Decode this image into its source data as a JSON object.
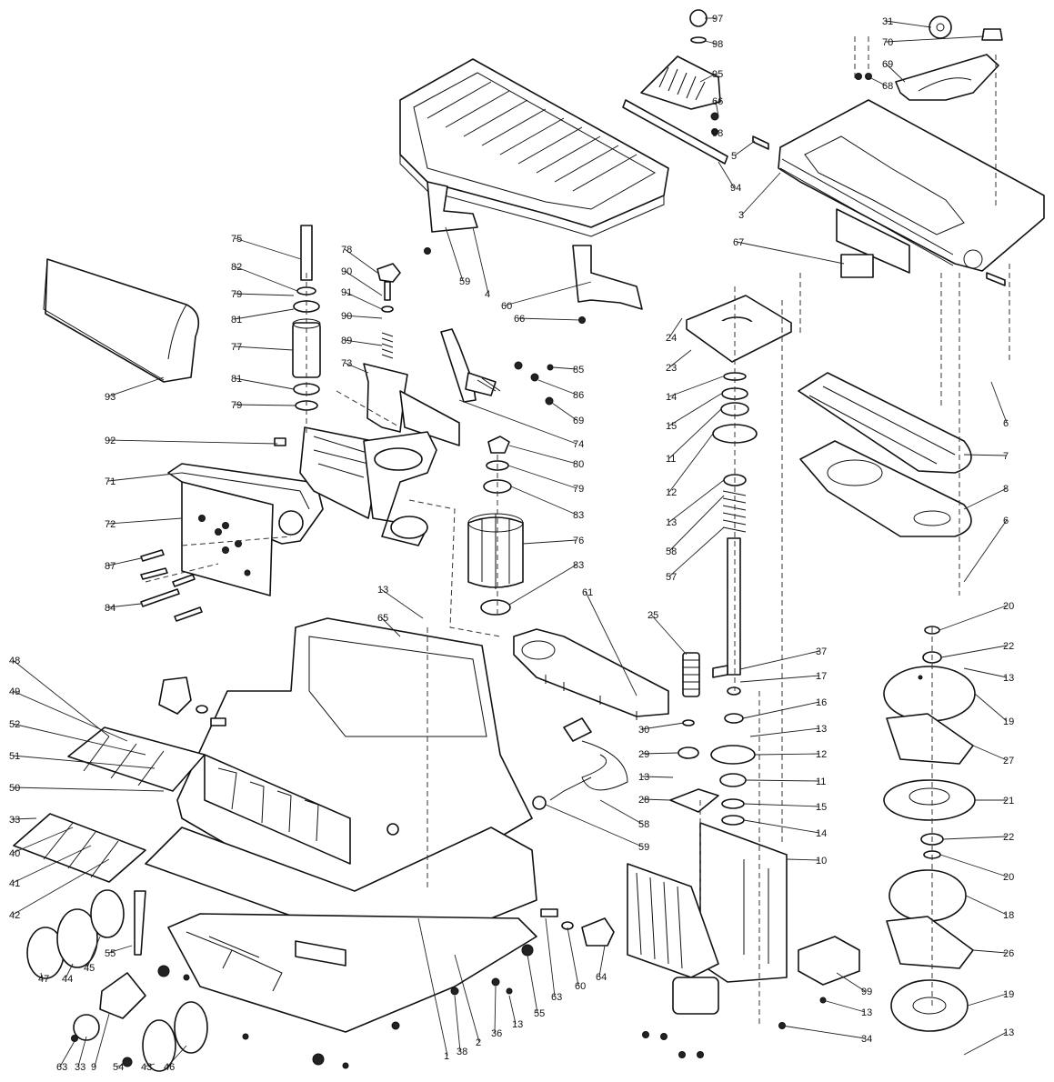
{
  "diagram": {
    "callouts": [
      {
        "id": "c97",
        "text": "97"
      },
      {
        "id": "c98a",
        "text": "98"
      },
      {
        "id": "c95",
        "text": "95"
      },
      {
        "id": "c66a",
        "text": "66"
      },
      {
        "id": "c98b",
        "text": "98"
      },
      {
        "id": "c5",
        "text": "5"
      },
      {
        "id": "c94",
        "text": "94"
      },
      {
        "id": "c31a",
        "text": "31"
      },
      {
        "id": "c70",
        "text": "70"
      },
      {
        "id": "c69",
        "text": "69"
      },
      {
        "id": "c68",
        "text": "68"
      },
      {
        "id": "c3",
        "text": "3"
      },
      {
        "id": "c67",
        "text": "67"
      },
      {
        "id": "c75",
        "text": "75"
      },
      {
        "id": "c82",
        "text": "82"
      },
      {
        "id": "c79a",
        "text": "79"
      },
      {
        "id": "c81a",
        "text": "81"
      },
      {
        "id": "c77",
        "text": "77"
      },
      {
        "id": "c81b",
        "text": "81"
      },
      {
        "id": "c79b",
        "text": "79"
      },
      {
        "id": "c78",
        "text": "78"
      },
      {
        "id": "c90a",
        "text": "90"
      },
      {
        "id": "c91",
        "text": "91"
      },
      {
        "id": "c90b",
        "text": "90"
      },
      {
        "id": "c89",
        "text": "89"
      },
      {
        "id": "c73",
        "text": "73"
      },
      {
        "id": "c59a",
        "text": "59"
      },
      {
        "id": "c4",
        "text": "4"
      },
      {
        "id": "c60a",
        "text": "60"
      },
      {
        "id": "c66b",
        "text": "66"
      },
      {
        "id": "c93",
        "text": "93"
      },
      {
        "id": "c85",
        "text": "85"
      },
      {
        "id": "c86",
        "text": "86"
      },
      {
        "id": "c69b",
        "text": "69"
      },
      {
        "id": "c74",
        "text": "74"
      },
      {
        "id": "c80",
        "text": "80"
      },
      {
        "id": "c79c",
        "text": "79"
      },
      {
        "id": "c83a",
        "text": "83"
      },
      {
        "id": "c76",
        "text": "76"
      },
      {
        "id": "c83b",
        "text": "83"
      },
      {
        "id": "c92",
        "text": "92"
      },
      {
        "id": "c71",
        "text": "71"
      },
      {
        "id": "c72",
        "text": "72"
      },
      {
        "id": "c87",
        "text": "87"
      },
      {
        "id": "c84",
        "text": "84"
      },
      {
        "id": "c24",
        "text": "24"
      },
      {
        "id": "c23",
        "text": "23"
      },
      {
        "id": "c14a",
        "text": "14"
      },
      {
        "id": "c15a",
        "text": "15"
      },
      {
        "id": "c11a",
        "text": "11"
      },
      {
        "id": "c12a",
        "text": "12"
      },
      {
        "id": "c13a",
        "text": "13"
      },
      {
        "id": "c58a",
        "text": "58"
      },
      {
        "id": "c57",
        "text": "57"
      },
      {
        "id": "c6a",
        "text": "6"
      },
      {
        "id": "c7",
        "text": "7"
      },
      {
        "id": "c8",
        "text": "8"
      },
      {
        "id": "c6b",
        "text": "6"
      },
      {
        "id": "c61",
        "text": "61"
      },
      {
        "id": "c13b",
        "text": "13"
      },
      {
        "id": "c65",
        "text": "65"
      },
      {
        "id": "c25",
        "text": "25"
      },
      {
        "id": "c37",
        "text": "37"
      },
      {
        "id": "c17",
        "text": "17"
      },
      {
        "id": "c16",
        "text": "16"
      },
      {
        "id": "c13c",
        "text": "13"
      },
      {
        "id": "c12b",
        "text": "12"
      },
      {
        "id": "c11b",
        "text": "11"
      },
      {
        "id": "c15b",
        "text": "15"
      },
      {
        "id": "c14b",
        "text": "14"
      },
      {
        "id": "c30a",
        "text": "30"
      },
      {
        "id": "c29",
        "text": "29"
      },
      {
        "id": "c13d",
        "text": "13"
      },
      {
        "id": "c28",
        "text": "28"
      },
      {
        "id": "c58b",
        "text": "58"
      },
      {
        "id": "c59b",
        "text": "59"
      },
      {
        "id": "c10",
        "text": "10"
      },
      {
        "id": "c20a",
        "text": "20"
      },
      {
        "id": "c22a",
        "text": "22"
      },
      {
        "id": "c13e",
        "text": "13"
      },
      {
        "id": "c19a",
        "text": "19"
      },
      {
        "id": "c27",
        "text": "27"
      },
      {
        "id": "c21",
        "text": "21"
      },
      {
        "id": "c22b",
        "text": "22"
      },
      {
        "id": "c20b",
        "text": "20"
      },
      {
        "id": "c18",
        "text": "18"
      },
      {
        "id": "c26",
        "text": "26"
      },
      {
        "id": "c19b",
        "text": "19"
      },
      {
        "id": "c13f",
        "text": "13"
      },
      {
        "id": "c99",
        "text": "99"
      },
      {
        "id": "c13g",
        "text": "13"
      },
      {
        "id": "c34",
        "text": "34"
      },
      {
        "id": "c48",
        "text": "48"
      },
      {
        "id": "c49",
        "text": "49"
      },
      {
        "id": "c52",
        "text": "52"
      },
      {
        "id": "c51",
        "text": "51"
      },
      {
        "id": "c50",
        "text": "50"
      },
      {
        "id": "c33a",
        "text": "33"
      },
      {
        "id": "c40",
        "text": "40"
      },
      {
        "id": "c41",
        "text": "41"
      },
      {
        "id": "c42",
        "text": "42"
      },
      {
        "id": "c47",
        "text": "47"
      },
      {
        "id": "c44",
        "text": "44"
      },
      {
        "id": "c45",
        "text": "45"
      },
      {
        "id": "c55a",
        "text": "55"
      },
      {
        "id": "c63a",
        "text": "63"
      },
      {
        "id": "c33b",
        "text": "33"
      },
      {
        "id": "c9",
        "text": "9"
      },
      {
        "id": "c54",
        "text": "54"
      },
      {
        "id": "c43",
        "text": "43"
      },
      {
        "id": "c46",
        "text": "46"
      },
      {
        "id": "c1",
        "text": "1"
      },
      {
        "id": "c38",
        "text": "38"
      },
      {
        "id": "c2",
        "text": "2"
      },
      {
        "id": "c36",
        "text": "36"
      },
      {
        "id": "c13h",
        "text": "13"
      },
      {
        "id": "c55b",
        "text": "55"
      },
      {
        "id": "c63b",
        "text": "63"
      },
      {
        "id": "c60b",
        "text": "60"
      },
      {
        "id": "c64",
        "text": "64"
      }
    ]
  }
}
